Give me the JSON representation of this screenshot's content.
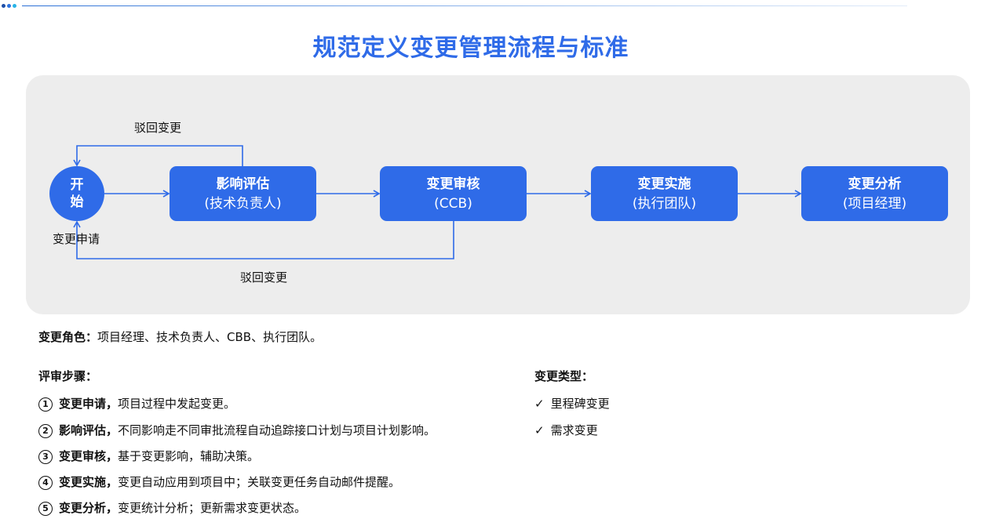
{
  "header": {
    "title": "规范定义变更管理流程与标准",
    "dot_colors": [
      "#1f4fa8",
      "#2d73e0",
      "#27b3e6"
    ]
  },
  "colors": {
    "accent": "#2f6be8",
    "title": "#2f6be8",
    "panel": "#ededed",
    "node_text": "#ffffff"
  },
  "flow": {
    "start": {
      "label": "开始",
      "chars": [
        "开",
        "始"
      ]
    },
    "nodes": [
      {
        "title": "影响评估",
        "role": "(技术负责人)"
      },
      {
        "title": "变更审核",
        "role": "(CCB)"
      },
      {
        "title": "变更实施",
        "role": "(执行团队)"
      },
      {
        "title": "变更分析",
        "role": "(项目经理)"
      }
    ],
    "reject_label_top": "驳回变更",
    "reject_label_bottom": "驳回变更",
    "request_label": "变更申请"
  },
  "notes": {
    "roles_label": "变更角色：",
    "roles_text": "项目经理、技术负责人、CBB、执行团队。",
    "steps_heading": "评审步骤：",
    "steps": [
      {
        "num": "1",
        "title": "变更申请，",
        "text": "项目过程中发起变更。"
      },
      {
        "num": "2",
        "title": "影响评估，",
        "text": "不同影响走不同审批流程自动追踪接口计划与项目计划影响。"
      },
      {
        "num": "3",
        "title": "变更审核，",
        "text": "基于变更影响，辅助决策。"
      },
      {
        "num": "4",
        "title": "变更实施，",
        "text": "变更自动应用到项目中；关联变更任务自动邮件提醒。"
      },
      {
        "num": "5",
        "title": "变更分析，",
        "text": "变更统计分析；更新需求变更状态。"
      }
    ],
    "types_heading": "变更类型：",
    "types": [
      {
        "check": "✓",
        "label": "里程碑变更"
      },
      {
        "check": "✓",
        "label": "需求变更"
      }
    ]
  }
}
